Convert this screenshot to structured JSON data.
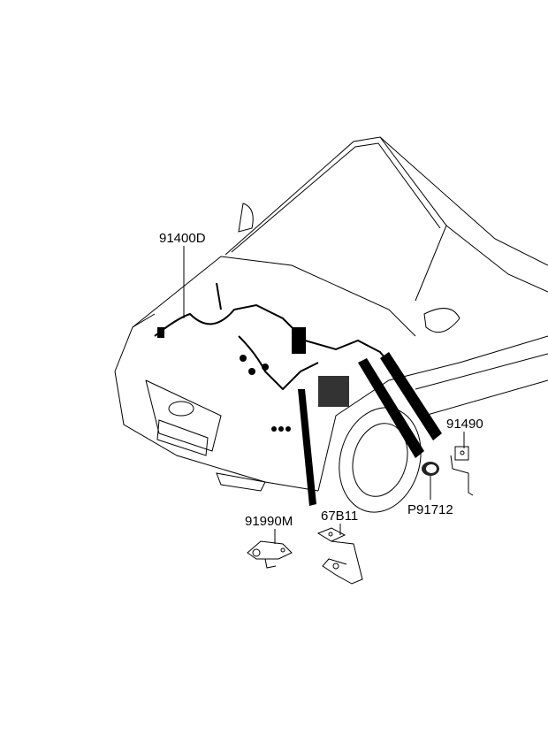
{
  "diagram": {
    "parts": [
      {
        "label": "91400D",
        "name": "main-wiring-harness"
      },
      {
        "label": "91490",
        "name": "bracket"
      },
      {
        "label": "P91712",
        "name": "grommet"
      },
      {
        "label": "91990M",
        "name": "bracket"
      },
      {
        "label": "67B11",
        "name": "bracket"
      }
    ]
  }
}
